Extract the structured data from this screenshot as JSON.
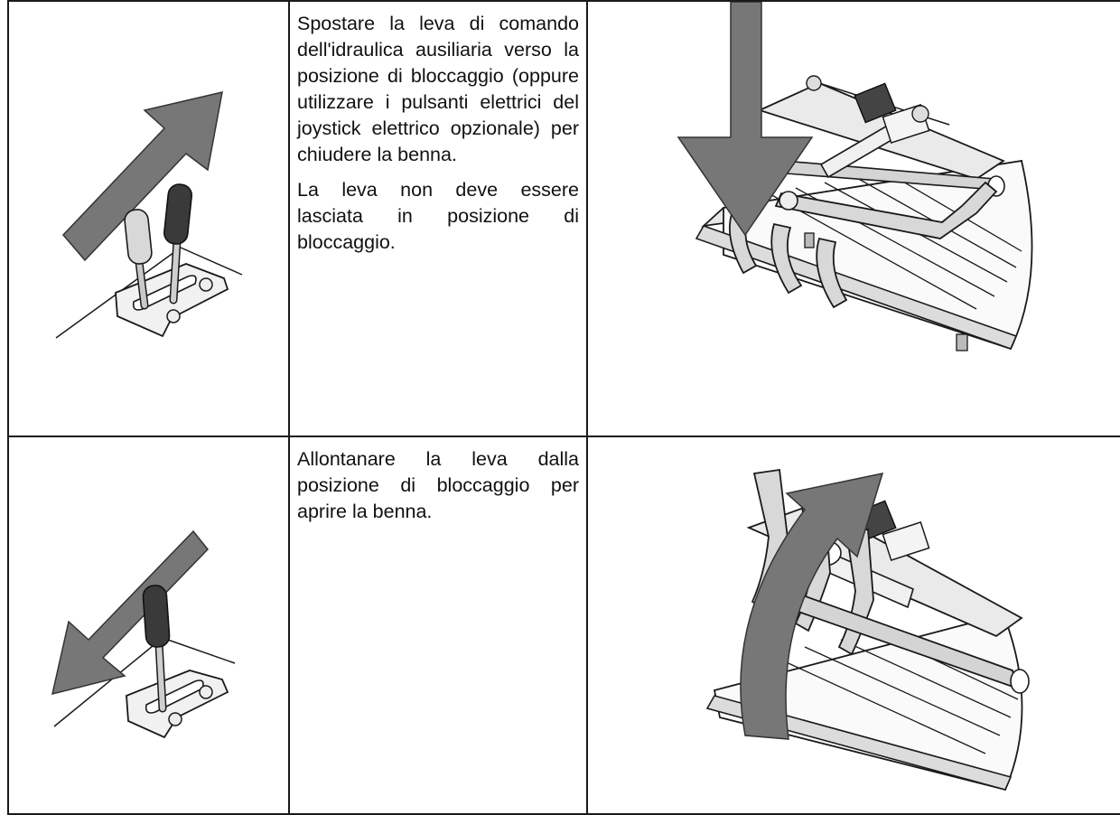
{
  "rows": [
    {
      "instruction_paragraphs": [
        "Spostare la leva di comando dell'idraulica ausiliaria verso la posizione di bloccaggio (oppure utilizzare i pulsanti elettrici del joystick elettrico opzionale) per chiudere la benna.",
        "La leva non deve essere lasciata in posizione di bloccaggio."
      ],
      "lever_arrow_direction": "up-right",
      "bucket_arrow": "straight-down"
    },
    {
      "instruction_paragraphs": [
        "Allontanare la leva dalla posizione di bloccaggio per aprire la benna."
      ],
      "lever_arrow_direction": "down-left",
      "bucket_arrow": "curved-up-right"
    }
  ],
  "colors": {
    "arrow": "#777777",
    "lever_dark": "#3a3a3a",
    "lever_light": "#d8d8d8",
    "bucket_grey": "#cfcfcf",
    "line": "#1a1a1a"
  }
}
